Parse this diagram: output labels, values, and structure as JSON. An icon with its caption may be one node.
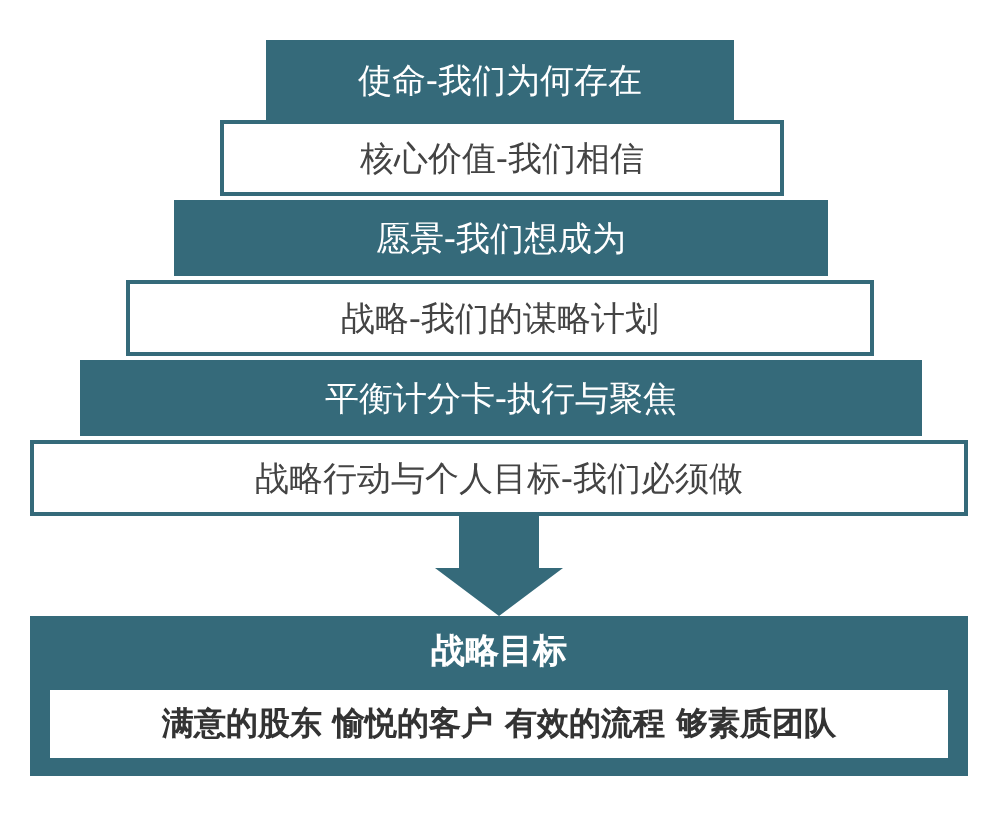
{
  "diagram": {
    "nodes": [
      {
        "text": [
          "使命-我们为何存在"
        ]
      },
      {
        "text": [
          "核心价值-我们相信"
        ]
      },
      {
        "text": [
          "愿景-我们想成为"
        ]
      },
      {
        "text": [
          "战略-我们的谋略计划"
        ]
      },
      {
        "text": [
          "平衡计分卡-执行与聚焦"
        ]
      },
      {
        "text": [
          "战略行动与个人目标-我们必须做"
        ]
      },
      {
        "text": [
          "战略目标"
        ]
      },
      {
        "text": [
          "满意的股东 愉悦的客户 有效的流程 够素质团队"
        ],
        "in": 6
      }
    ],
    "edges": [
      {
        "from": 5,
        "to": 6,
        "arrow": "to"
      }
    ]
  }
}
